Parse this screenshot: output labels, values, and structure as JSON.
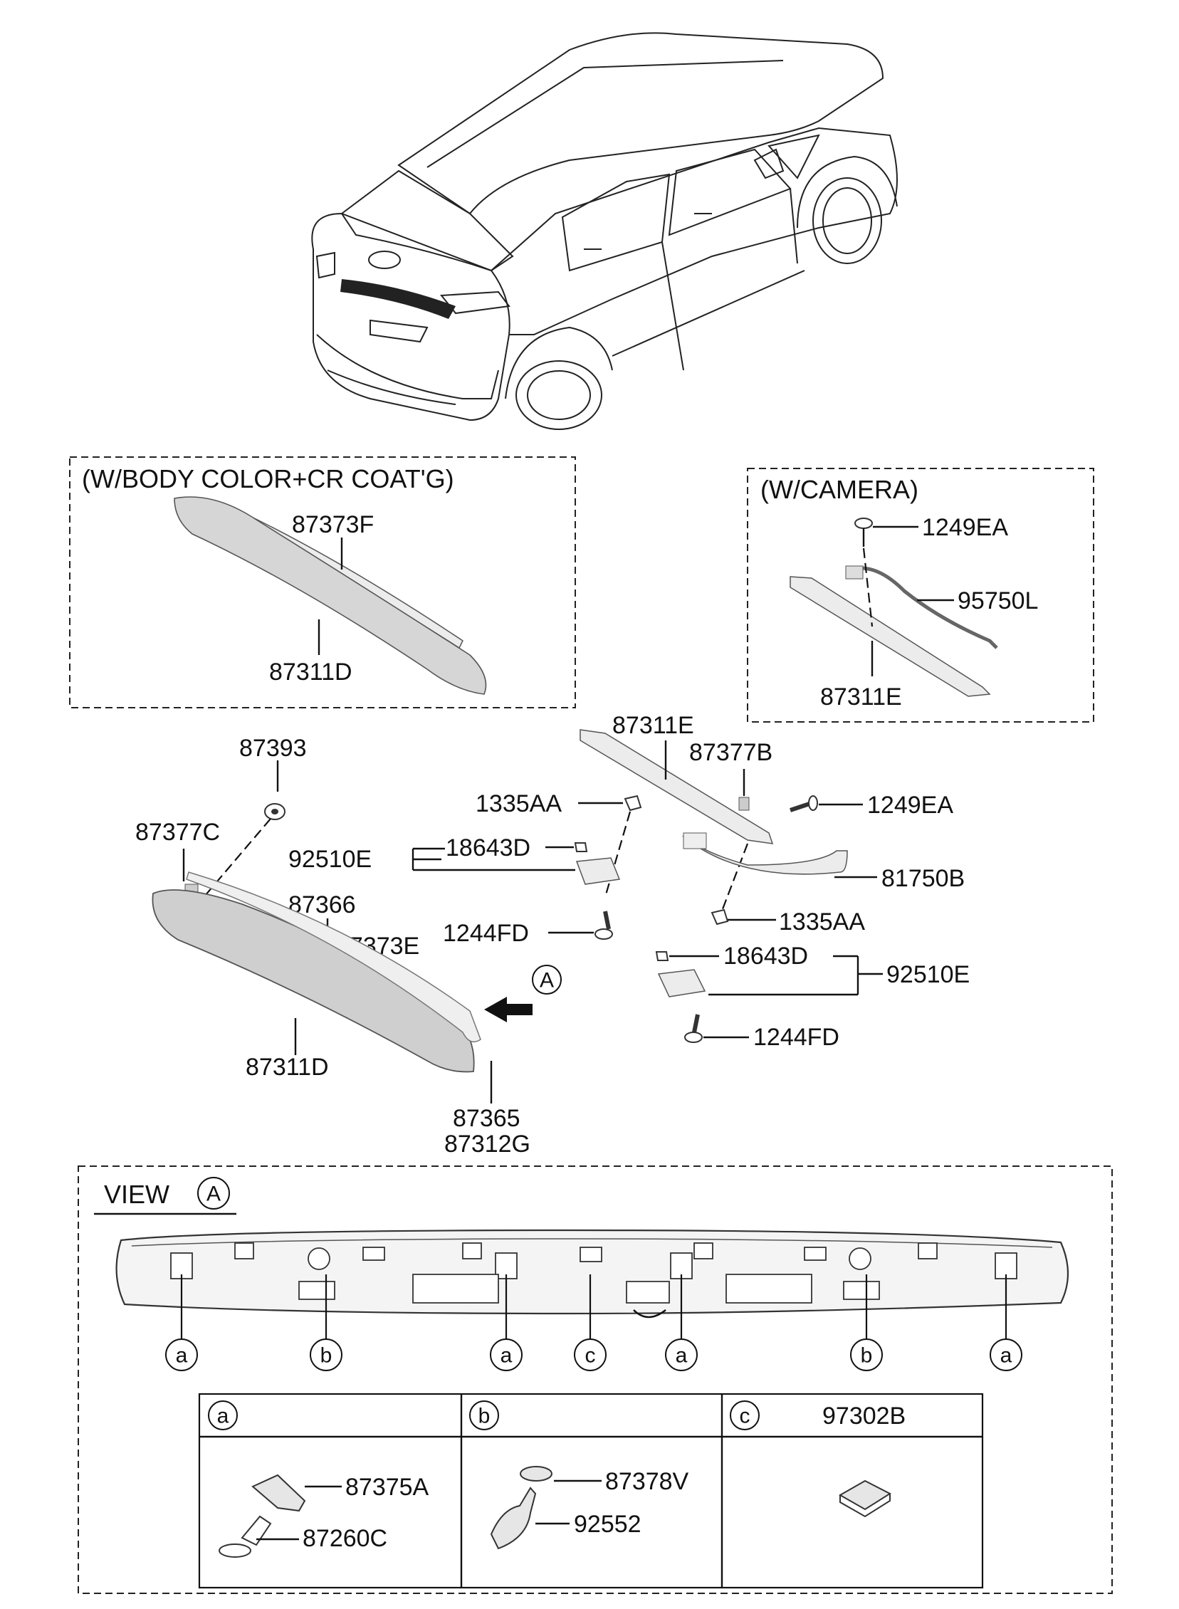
{
  "boxes": {
    "body_color": {
      "header": "(W/BODY COLOR+CR COAT'G)"
    },
    "camera": {
      "header": "(W/CAMERA)"
    },
    "view": {
      "header": "VIEW",
      "marker": "A"
    }
  },
  "labels": {
    "p87373F": "87373F",
    "p87311D_top": "87311D",
    "p1249EA_cam": "1249EA",
    "p95750L": "95750L",
    "p87311E_cam": "87311E",
    "p87311E": "87311E",
    "p87377B": "87377B",
    "p1335AA_1": "1335AA",
    "p1249EA": "1249EA",
    "p87393": "87393",
    "p87377C": "87377C",
    "p92510E_1": "92510E",
    "p18643D_1": "18643D",
    "p81750B": "81750B",
    "p87366": "87366",
    "p1244FD_1": "1244FD",
    "p1335AA_2": "1335AA",
    "p87373E": "87373E",
    "p18643D_2": "18643D",
    "p92510E_2": "92510E",
    "arrow_A": "A",
    "p1244FD_2": "1244FD",
    "p87311D": "87311D",
    "p87365": "87365",
    "p87312G": "87312G"
  },
  "view_callouts": [
    "a",
    "b",
    "a",
    "c",
    "a",
    "b",
    "a"
  ],
  "legend": {
    "a": {
      "key": "a",
      "items": [
        "87375A",
        "87260C"
      ]
    },
    "b": {
      "key": "b",
      "items": [
        "87378V",
        "92552"
      ]
    },
    "c": {
      "key": "c",
      "title": "97302B"
    }
  }
}
